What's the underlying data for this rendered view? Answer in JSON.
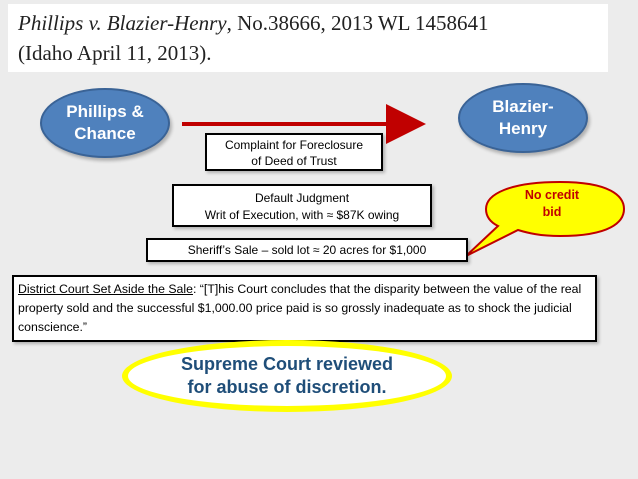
{
  "title": {
    "case_name": "Phillips v. Blazier-Henry",
    "citation_line1": ", No.38666, 2013 WL 1458641",
    "citation_line2": "(Idaho April 11, 2013)."
  },
  "parties": {
    "left": {
      "line1": "Phillips &",
      "line2": "Chance"
    },
    "right": {
      "line1": "Blazier-",
      "line2": "Henry"
    }
  },
  "steps": {
    "complaint": {
      "line1": "Complaint for Foreclosure",
      "line2": "of Deed of Trust"
    },
    "default": {
      "line1": "Default Judgment",
      "line2": "Writ of Execution, with ≈ $87K owing"
    },
    "sale": "Sheriff’s Sale – sold lot ≈ 20 acres for $1,000"
  },
  "callout": {
    "line1": "No credit",
    "line2": "bid"
  },
  "district": {
    "heading": "District Court Set Aside the Sale",
    "text": ":  “[T]his Court concludes that the disparity between the value of the real property sold and the successful $1,000.00 price paid is so grossly inadequate as to shock the judicial conscience.”"
  },
  "supreme": {
    "line1": "Supreme Court reviewed",
    "line2": "for abuse of discretion."
  },
  "colors": {
    "party_fill": "#4f81bd",
    "arrow": "#c00000",
    "callout_fill": "#ffff00",
    "callout_border": "#c00000",
    "supreme_border": "#ffff00",
    "supreme_text": "#1f4e79"
  }
}
